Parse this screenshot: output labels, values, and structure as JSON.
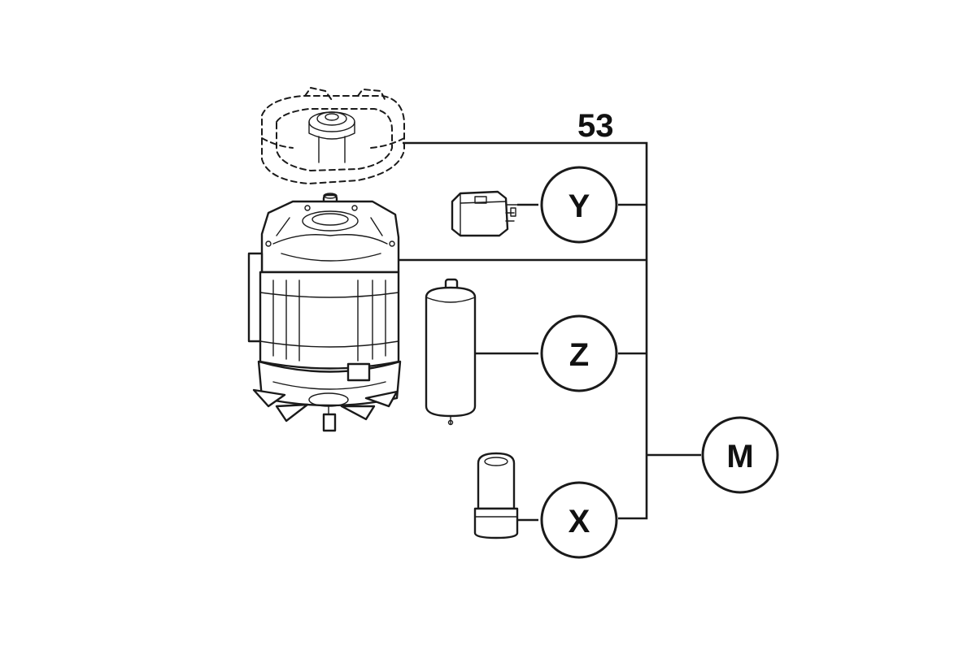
{
  "diagram": {
    "part_number": "53",
    "callouts": [
      {
        "id": "Y",
        "label": "Y"
      },
      {
        "id": "Z",
        "label": "Z"
      },
      {
        "id": "X",
        "label": "X"
      },
      {
        "id": "M",
        "label": "M"
      }
    ],
    "colors": {
      "line": "#1a1a1a",
      "background": "#ffffff"
    }
  }
}
